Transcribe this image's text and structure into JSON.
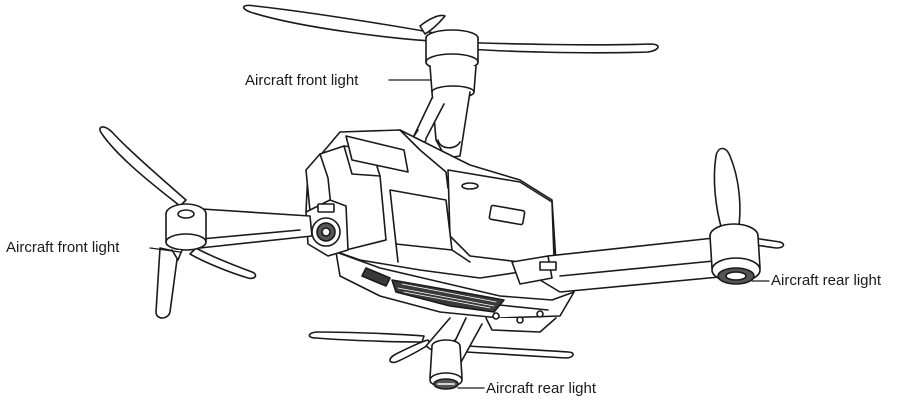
{
  "diagram": {
    "callouts": {
      "front_top": "Aircraft front light",
      "front_left": "Aircraft front light",
      "rear_right": "Aircraft rear light",
      "rear_bottom": "Aircraft rear light"
    },
    "colors": {
      "line": "#1a1a1a",
      "fill": "#ffffff",
      "mesh": "#3a3a3a",
      "lens": "#555555"
    }
  }
}
